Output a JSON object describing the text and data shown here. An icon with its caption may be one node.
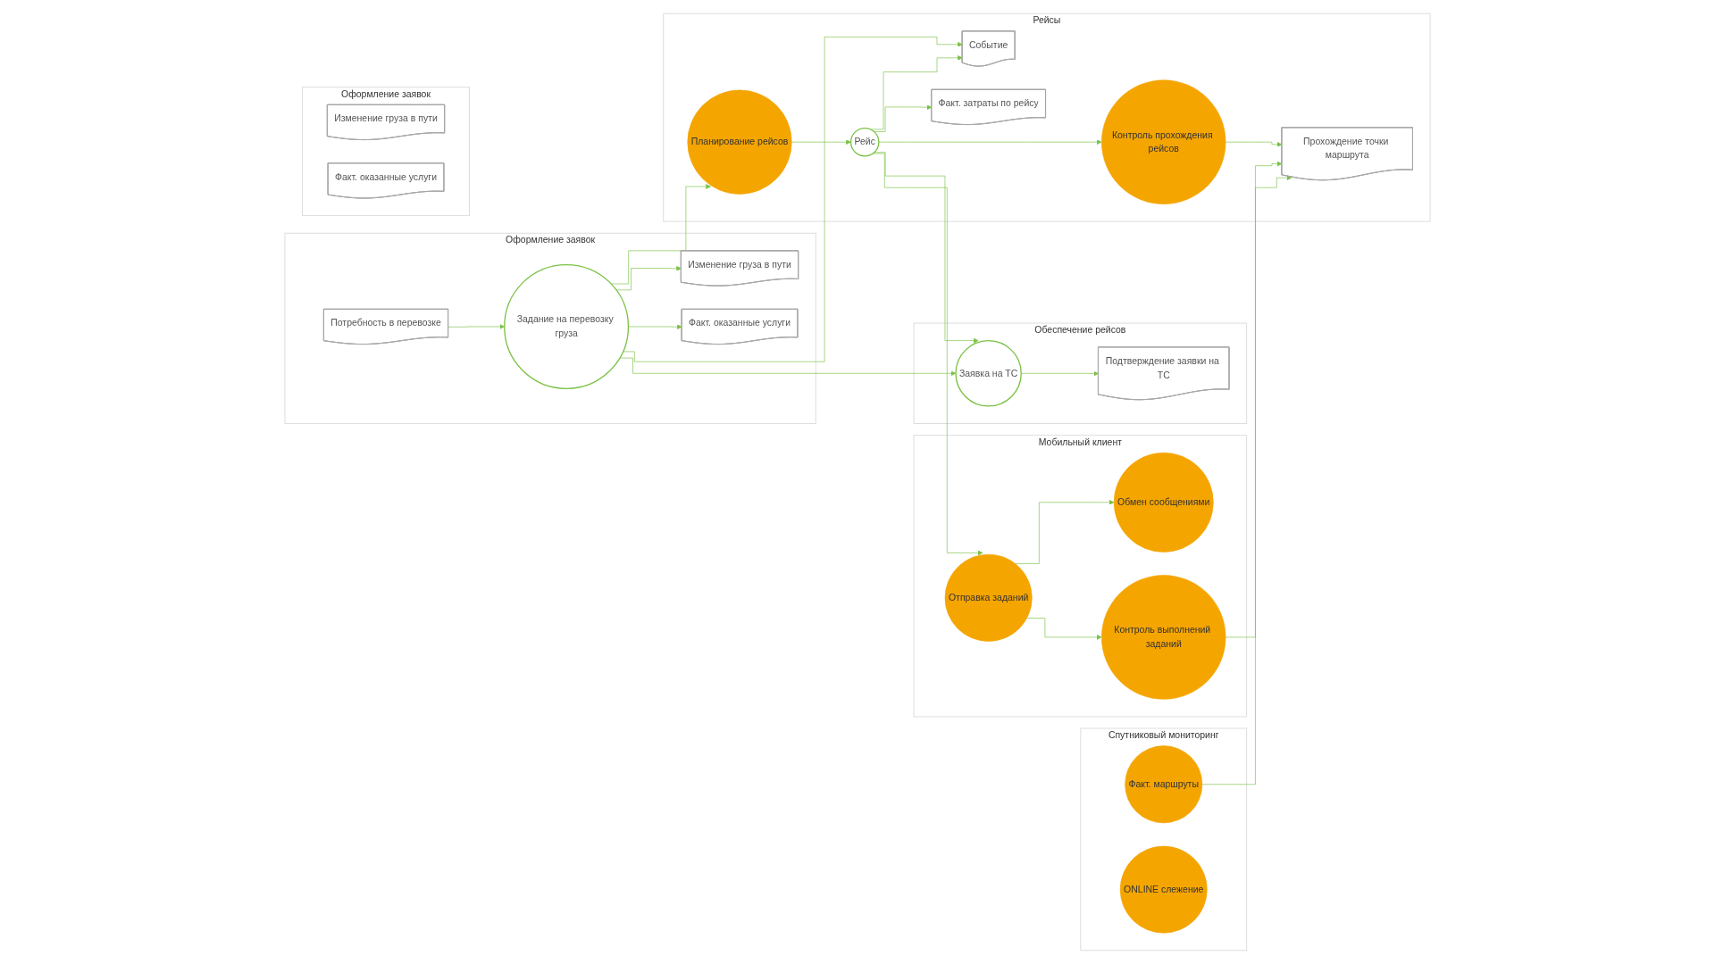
{
  "diagram": {
    "nodes": [
      {
        "text": [
          "Оформление заявок"
        ]
      },
      {
        "text": [
          "Потребность в перевозке"
        ],
        "in": 0
      },
      {
        "text": [
          "Задание на перевозку груза"
        ],
        "in": 0
      },
      {
        "text": [
          "Изменение груза в пути"
        ],
        "in": 0
      },
      {
        "text": [
          "Факт. оказанные услуги"
        ],
        "in": 0
      },
      {
        "text": [
          "Рейсы"
        ]
      },
      {
        "text": [
          "Планирование рейсов"
        ],
        "in": 5
      },
      {
        "text": [
          "Рейс"
        ],
        "in": 5
      },
      {
        "text": [
          "Контроль прохождения рейсов"
        ],
        "in": 5
      },
      {
        "text": [
          "Событие"
        ],
        "in": 5
      },
      {
        "text": [
          "Факт. затраты по рейсу"
        ],
        "in": 5
      },
      {
        "text": [
          "Прохождение точки маршрута"
        ],
        "in": 5
      },
      {
        "text": [
          "Мобильный клиент"
        ]
      },
      {
        "text": [
          "Отправка заданий"
        ],
        "in": 12
      },
      {
        "text": [
          "Обмен сообщениями"
        ],
        "in": 12
      },
      {
        "text": [
          "Контроль выполнений заданий"
        ],
        "in": 12
      },
      {
        "text": [
          "Оформление заявок"
        ]
      },
      {
        "text": [
          "Изменение груза в пути"
        ],
        "in": 16
      },
      {
        "text": [
          "Факт. оказанные услуги"
        ],
        "in": 16
      },
      {
        "text": [
          "Обеспечение рейсов"
        ]
      },
      {
        "text": [
          "Заявка на ТС"
        ],
        "in": 19
      },
      {
        "text": [
          "Подтверждение заявки на ТС"
        ],
        "in": 19
      },
      {
        "text": [
          "Спутниковый мониторинг"
        ]
      },
      {
        "text": [
          "Факт. маршруты"
        ],
        "in": 22
      },
      {
        "text": [
          "ONLINE слежение"
        ],
        "in": 22
      }
    ],
    "edges": [
      {
        "from": 1,
        "to": 2,
        "arrow": "to"
      },
      {
        "from": 2,
        "to": 3,
        "arrow": "to"
      },
      {
        "from": 2,
        "to": 4,
        "arrow": "to"
      },
      {
        "from": 2,
        "to": 6,
        "arrow": "to"
      },
      {
        "from": 2,
        "to": 9,
        "arrow": "to"
      },
      {
        "from": 2,
        "to": 20,
        "arrow": "to"
      },
      {
        "from": 6,
        "to": 7,
        "arrow": "to"
      },
      {
        "from": 7,
        "to": 8,
        "arrow": "to"
      },
      {
        "from": 7,
        "to": 13,
        "arrow": "to"
      },
      {
        "from": 7,
        "to": 9,
        "arrow": "to"
      },
      {
        "from": 7,
        "to": 10,
        "arrow": "to"
      },
      {
        "from": 7,
        "to": 20,
        "arrow": "to"
      },
      {
        "from": 8,
        "to": 11,
        "arrow": "to"
      },
      {
        "from": 13,
        "to": 14,
        "arrow": "to"
      },
      {
        "from": 13,
        "to": 15,
        "arrow": "to"
      },
      {
        "from": 15,
        "to": 11,
        "arrow": "to"
      },
      {
        "from": 20,
        "to": 21,
        "arrow": "to"
      },
      {
        "from": 23,
        "to": 11,
        "arrow": "to"
      }
    ]
  }
}
